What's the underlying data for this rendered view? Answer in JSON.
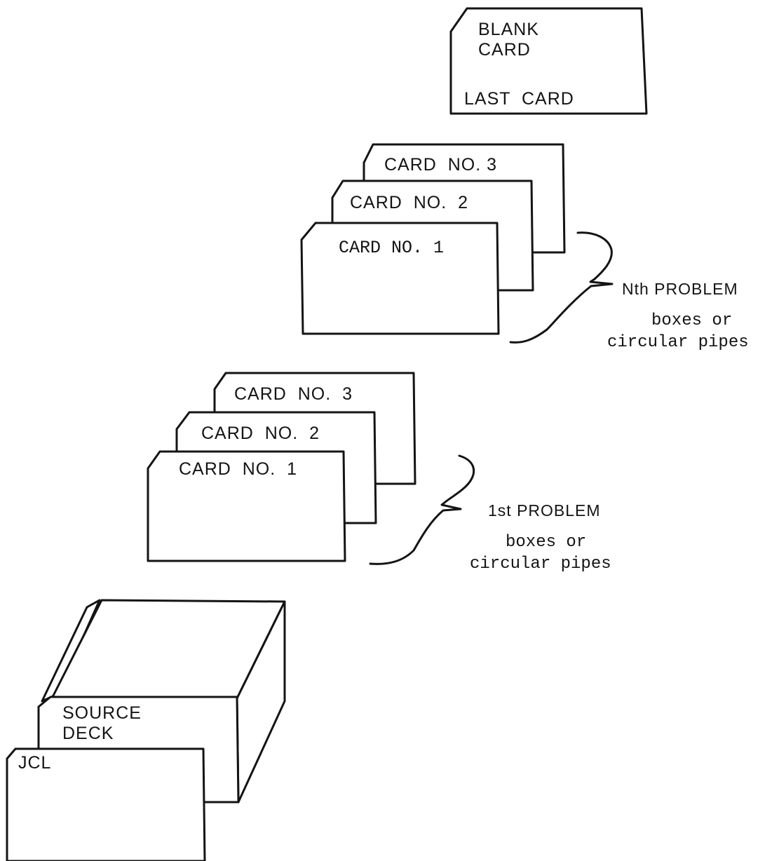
{
  "last_card": {
    "line1": "BLANK",
    "line2": "CARD",
    "line3": "LAST  CARD"
  },
  "nth_problem": {
    "card3": "CARD  NO. 3",
    "card2": "CARD  NO.  2",
    "card1": "CARD NO. 1",
    "title": "Nth PROBLEM",
    "desc1": "boxes or",
    "desc2": "circular pipes"
  },
  "first_problem": {
    "card3": "CARD  NO.  3",
    "card2": "CARD  NO.  2",
    "card1": "CARD  NO.  1",
    "title": "1st PROBLEM",
    "desc1": "boxes or",
    "desc2": "circular pipes"
  },
  "deck": {
    "source_line1": "SOURCE",
    "source_line2": "DECK",
    "jcl": "JCL"
  }
}
